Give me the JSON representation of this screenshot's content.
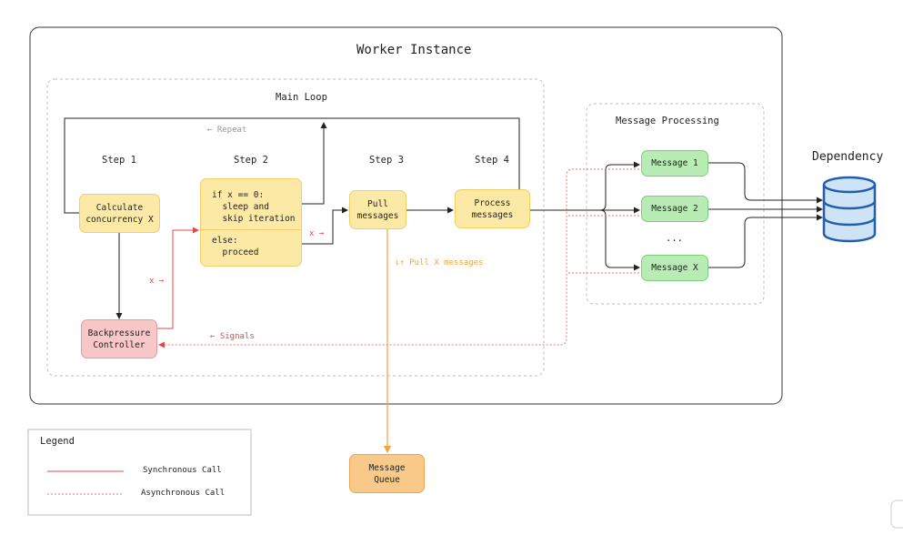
{
  "worker_instance": {
    "title": "Worker Instance"
  },
  "main_loop": {
    "title": "Main Loop",
    "repeat_label": "← Repeat",
    "steps": {
      "step1": "Step 1",
      "step2": "Step 2",
      "step3": "Step 3",
      "step4": "Step 4"
    }
  },
  "nodes": {
    "calculate": "Calculate\nconcurrency X",
    "step2_if": "if x == 0:\n  sleep and\n  skip iteration",
    "step2_else": "else:\n  proceed",
    "pull": "Pull\nmessages",
    "process": "Process\nmessages",
    "backpressure": "Backpressure\nController",
    "message_queue": "Message\nQueue"
  },
  "edge_labels": {
    "x_to_step2": "x →",
    "x_from_step2": "x →",
    "signals": "← Signals",
    "pull_x": "↓↑ Pull X messages"
  },
  "message_processing": {
    "title": "Message Processing",
    "messages": [
      "Message 1",
      "Message 2",
      "Message X"
    ],
    "ellipsis": "..."
  },
  "dependency": {
    "title": "Dependency"
  },
  "legend": {
    "title": "Legend",
    "sync": "Synchronous Call",
    "async": "Asynchronous Call"
  },
  "colors": {
    "sync": "#e24a4a",
    "async": "#e87474",
    "orange_line": "#f0a43a",
    "db_fill": "#cfe3f7",
    "db_stroke": "#1f5fae"
  }
}
